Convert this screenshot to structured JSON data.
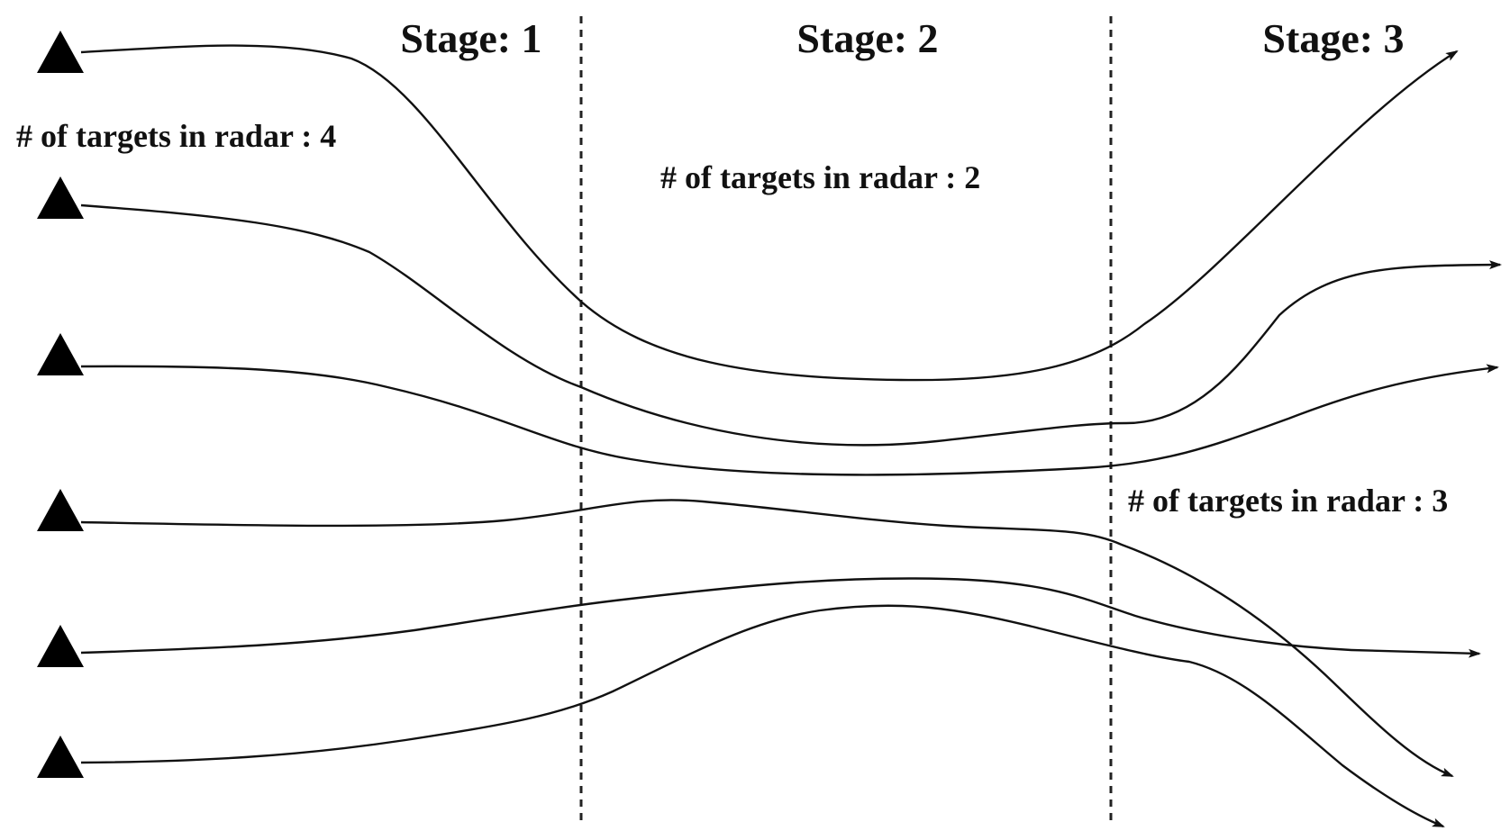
{
  "stages": [
    {
      "label": "Stage: 1"
    },
    {
      "label": "Stage: 2"
    },
    {
      "label": "Stage: 3"
    }
  ],
  "counts": [
    {
      "label": "# of targets in radar : 4"
    },
    {
      "label": "# of targets in radar : 2"
    },
    {
      "label": "# of targets in radar : 3"
    }
  ],
  "radars": [
    {
      "icon": "radar-triangle-icon"
    },
    {
      "icon": "radar-triangle-icon"
    },
    {
      "icon": "radar-triangle-icon"
    },
    {
      "icon": "radar-triangle-icon"
    },
    {
      "icon": "radar-triangle-icon"
    },
    {
      "icon": "radar-triangle-icon"
    }
  ],
  "trajectory_count": 6,
  "colors": {
    "line": "#111111",
    "background": "#ffffff"
  }
}
